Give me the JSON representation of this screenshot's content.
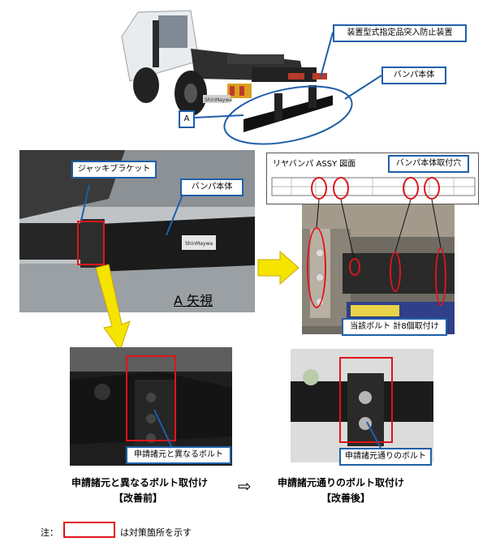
{
  "labels": {
    "device_title": "装置型式指定品突入防止装置",
    "bumper_top": "バンパ本体",
    "view_marker": "A",
    "jack_bracket": "ジャッキブラケット",
    "bumper_left": "バンパ本体",
    "view_a": "A 矢視",
    "brand_plate": "ShinMaywa",
    "drawing_title": "リヤバンパ ASSY 図面",
    "bumper_mount_holes": "バンパ本体取付穴",
    "bolts_total": "当該ボルト 計8個取付け",
    "bolts_different": "申請諸元と異なるボルト",
    "bolts_spec": "申請諸元通りのボルト"
  },
  "captions": {
    "before_title": "申請諸元と異なるボルト取付け",
    "before_sub": "【改善前】",
    "after_title": "申請諸元通りのボルト取付け",
    "after_sub": "【改善後】",
    "arrow_glyph": "⇨"
  },
  "note": {
    "prefix": "注：",
    "text": "は対策箇所を示す"
  },
  "colors": {
    "callout_border": "#1f5fa8",
    "highlight_red": "#e0141b",
    "arrow_yellow": "#f5e400"
  }
}
